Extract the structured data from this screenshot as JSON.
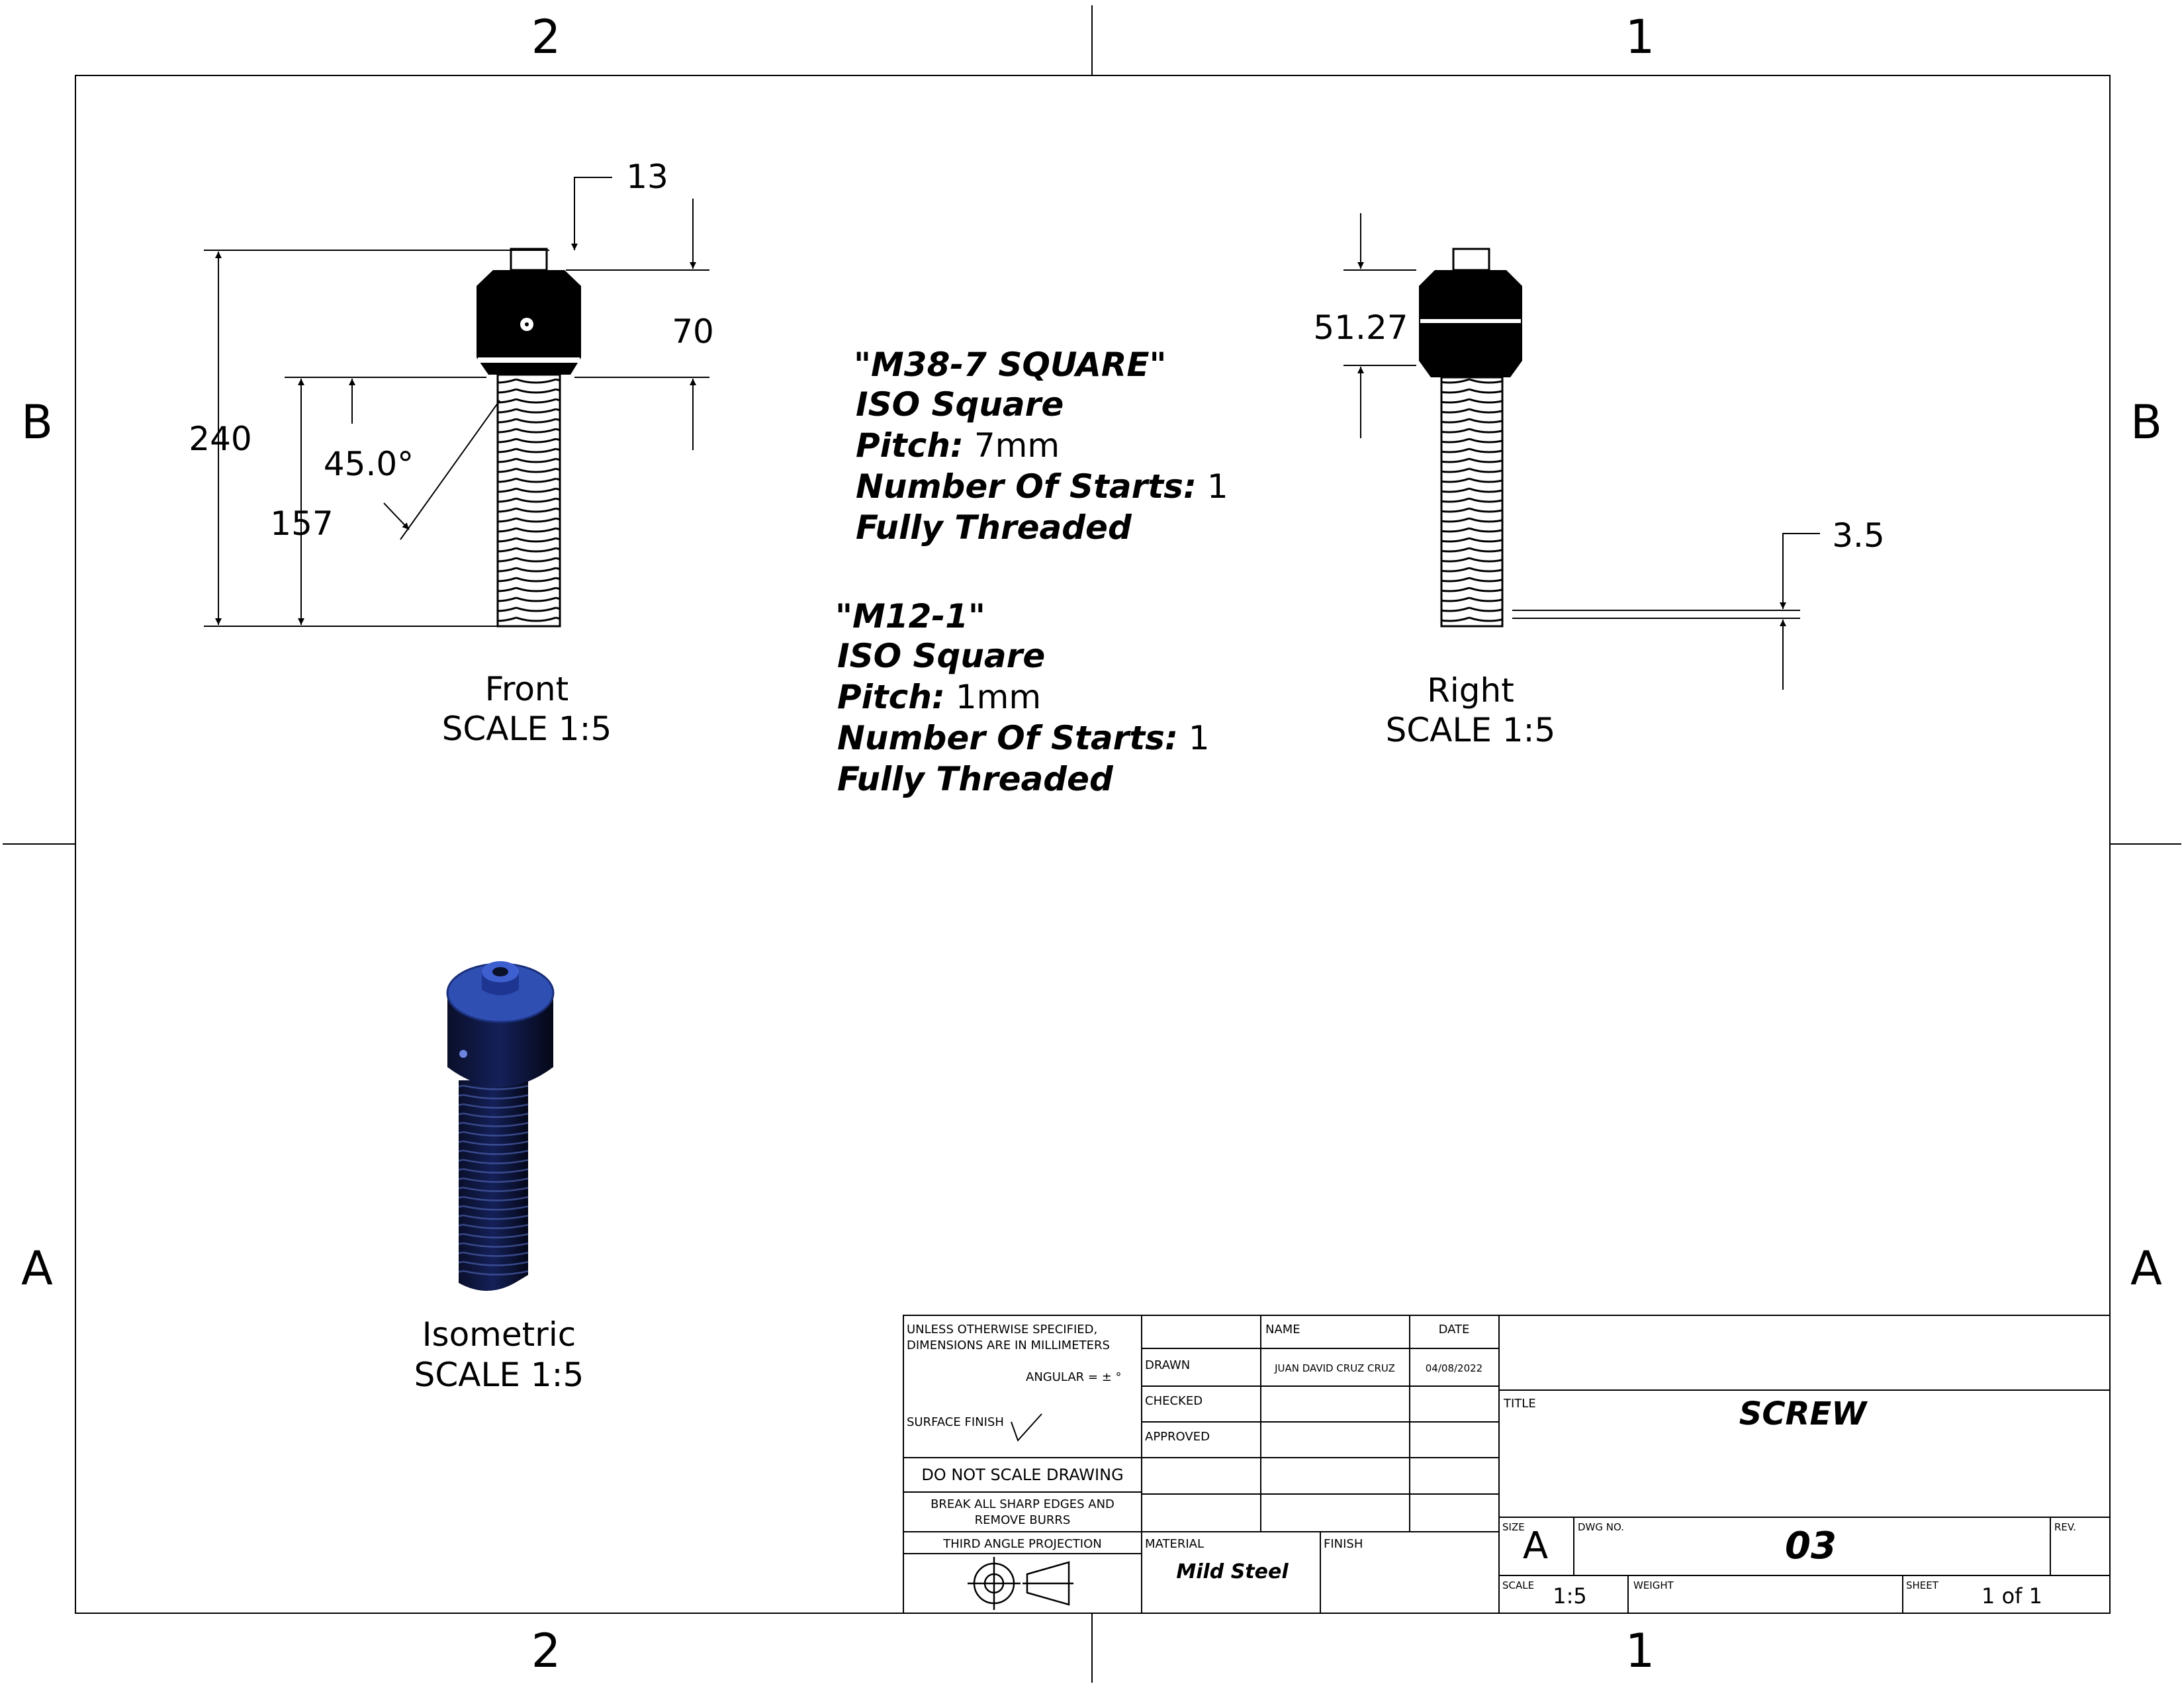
{
  "zones": {
    "top": [
      "2",
      "1"
    ],
    "bottom": [
      "2",
      "1"
    ],
    "left": [
      "B",
      "A"
    ],
    "right": [
      "B",
      "A"
    ]
  },
  "views": {
    "front": {
      "name": "Front",
      "scale": "SCALE 1:5"
    },
    "right": {
      "name": "Right",
      "scale": "SCALE 1:5"
    },
    "isometric": {
      "name": "Isometric",
      "scale": "SCALE 1:5"
    }
  },
  "dimensions": {
    "front_top": "13",
    "front_head": "70",
    "front_overall": "240",
    "front_angle": "45.0°",
    "front_thread": "157",
    "right_head": "51.27",
    "right_pitch": "3.5"
  },
  "thread_notes": [
    {
      "title": "\"M38-7 SQUARE\"",
      "standard": "ISO Square",
      "pitch_label": "Pitch:",
      "pitch_value": " 7mm",
      "starts_label": "Number Of Starts:",
      "starts_value": " 1",
      "threaded": "Fully Threaded"
    },
    {
      "title": "\"M12-1\"",
      "standard": "ISO Square",
      "pitch_label": "Pitch:",
      "pitch_value": " 1mm",
      "starts_label": "Number Of Starts:",
      "starts_value": " 1",
      "threaded": "Fully Threaded"
    }
  ],
  "title_block": {
    "unless_line1": "UNLESS OTHERWISE SPECIFIED,",
    "unless_line2": "DIMENSIONS ARE IN MILLIMETERS",
    "angular": "ANGULAR = ± °",
    "surface_finish": "SURFACE FINISH",
    "do_not_scale": "DO NOT SCALE DRAWING",
    "break_edges_1": "BREAK ALL SHARP EDGES AND",
    "break_edges_2": "REMOVE BURRS",
    "projection": "THIRD ANGLE PROJECTION",
    "name_header": "NAME",
    "date_header": "DATE",
    "drawn_label": "DRAWN",
    "drawn_name": "JUAN DAVID CRUZ CRUZ",
    "drawn_date": "04/08/2022",
    "checked_label": "CHECKED",
    "approved_label": "APPROVED",
    "material_label": "MATERIAL",
    "material_value": "Mild Steel",
    "finish_label": "FINISH",
    "title_label": "TITLE",
    "title_value": "SCREW",
    "size_label": "SIZE",
    "size_value": "A",
    "dwg_no_label": "DWG NO.",
    "dwg_no_value": "03",
    "rev_label": "REV.",
    "scale_label": "SCALE",
    "scale_value": "1:5",
    "weight_label": "WEIGHT",
    "sheet_label": "SHEET",
    "sheet_value": "1 of 1"
  },
  "colors": {
    "ink": "#000000",
    "paper": "#ffffff",
    "isometric_blue": "#2f4fb3"
  }
}
